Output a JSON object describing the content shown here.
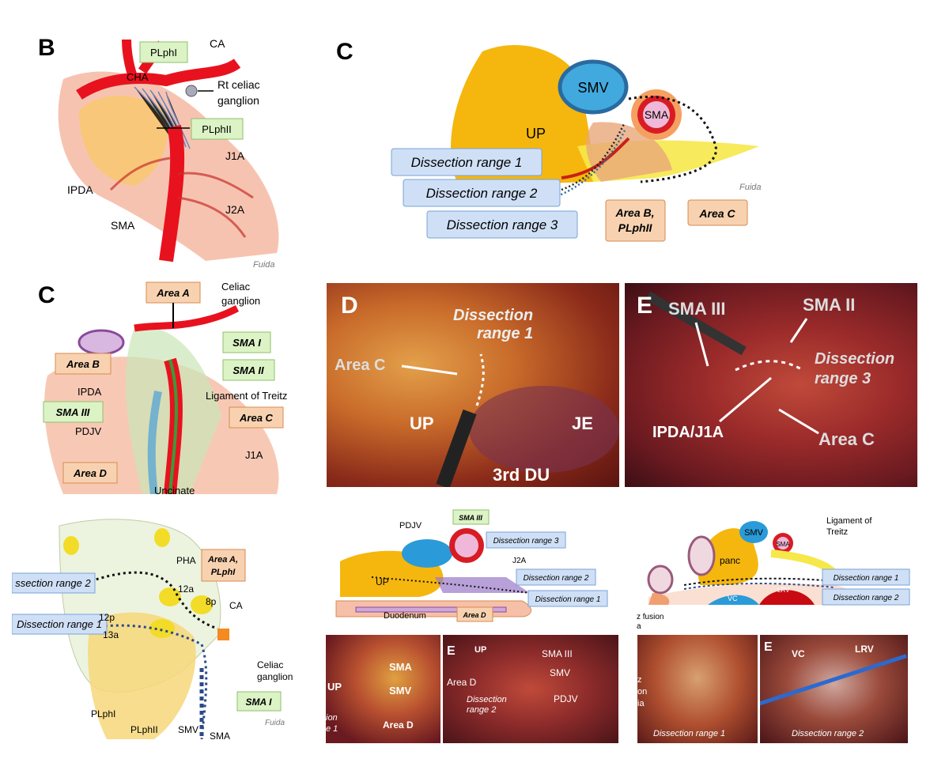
{
  "panel_b": {
    "letter": "B",
    "labels": {
      "plphi": "PLphI",
      "ca": "CA",
      "cha": "CHA",
      "rt_celiac": "Rt celiac",
      "ganglion": "ganglion",
      "plphii": "PLphII",
      "j1a": "J1A",
      "ipda": "IPDA",
      "j2a": "J2A",
      "sma": "SMA"
    },
    "signature": "Fuida"
  },
  "panel_c_top": {
    "letter": "C",
    "labels": {
      "smv": "SMV",
      "sma": "SMA",
      "up": "UP",
      "dr1": "Dissection range 1",
      "dr2": "Dissection range 2",
      "dr3": "Dissection range 3",
      "area_b_1": "Area B,",
      "area_b_2": "PLphII",
      "area_c": "Area C"
    },
    "signature": "Fuida"
  },
  "panel_c_left": {
    "letter": "C",
    "labels": {
      "area_a": "Area A",
      "celiac_1": "Celiac",
      "celiac_2": "ganglion",
      "area_b": "Area B",
      "sma_i": "SMA I",
      "sma_ii": "SMA II",
      "ipda": "IPDA",
      "treitz": "Ligament  of Treitz",
      "sma_iii": "SMA III",
      "area_c": "Area C",
      "pdjv": "PDJV",
      "j1a": "J1A",
      "area_d": "Area D",
      "uncinate": "Uncinate"
    }
  },
  "panel_d_photo": {
    "letter": "D",
    "labels": {
      "dissection": "Dissection",
      "range1": "range 1",
      "area_c": "Area C",
      "up": "UP",
      "je": "JE",
      "du": "3rd DU"
    }
  },
  "panel_e_photo": {
    "letter": "E",
    "labels": {
      "sma_iii": "SMA III",
      "sma_ii": "SMA II",
      "dissection": "Dissection",
      "range3": "range 3",
      "ipda": "IPDA/J1A",
      "area_c": "Area C"
    }
  },
  "panel_bottom_left": {
    "labels": {
      "dr2": "ssection range 2",
      "dr1": "Dissection range 1",
      "pha": "PHA",
      "area_a_1": "Area A,",
      "area_a_2": "PLphI",
      "n12a": "12a",
      "n8p": "8p",
      "ca": "CA",
      "n12p": "12p",
      "n13a": "13a",
      "celiac": "Celiac",
      "ganglion": "ganglion",
      "sma_i": "SMA I",
      "plphi": "PLphI",
      "plphii": "PLphII",
      "smv": "SMV",
      "sma": "SMA"
    },
    "signature": "Fuida"
  },
  "panel_bottom_mid": {
    "labels": {
      "pdjv": "PDJV",
      "sma_iii": "SMA III",
      "dr3": "Dissection range 3",
      "up": "UP",
      "j2a": "J2A",
      "dr2": "Dissection range 2",
      "dr1": "Dissection range 1",
      "duodenum": "Duodenum",
      "area_d": "Area D"
    },
    "photo_left": {
      "sma": "SMA",
      "up": "UP",
      "smv": "SMV",
      "range_frag_1": "ion",
      "range_frag_2": "e 1",
      "area_d": "Area D"
    },
    "photo_right": {
      "letter": "E",
      "up": "UP",
      "sma_iii": "SMA III",
      "smv": "SMV",
      "area_d": "Area D",
      "dissection": "Dissection",
      "range2": "range 2",
      "pdjv": "PDJV"
    }
  },
  "panel_bottom_right": {
    "labels": {
      "smv": "SMV",
      "sma": "SMA",
      "panc": "panc",
      "treitz_1": "Ligament of",
      "treitz_2": "Treitz",
      "dr1": "Dissection range 1",
      "dr2": "Dissection range 2",
      "vc": "VC",
      "lrv": "LRV",
      "fusion_1": "z fusion",
      "fusion_2": "a"
    },
    "photo_left": {
      "frag_1": "z",
      "frag_2": "on",
      "frag_3": "ia",
      "dr1": "Dissection range 1"
    },
    "photo_right": {
      "letter": "E",
      "vc": "VC",
      "lrv": "LRV",
      "dr2": "Dissection range 2"
    }
  }
}
